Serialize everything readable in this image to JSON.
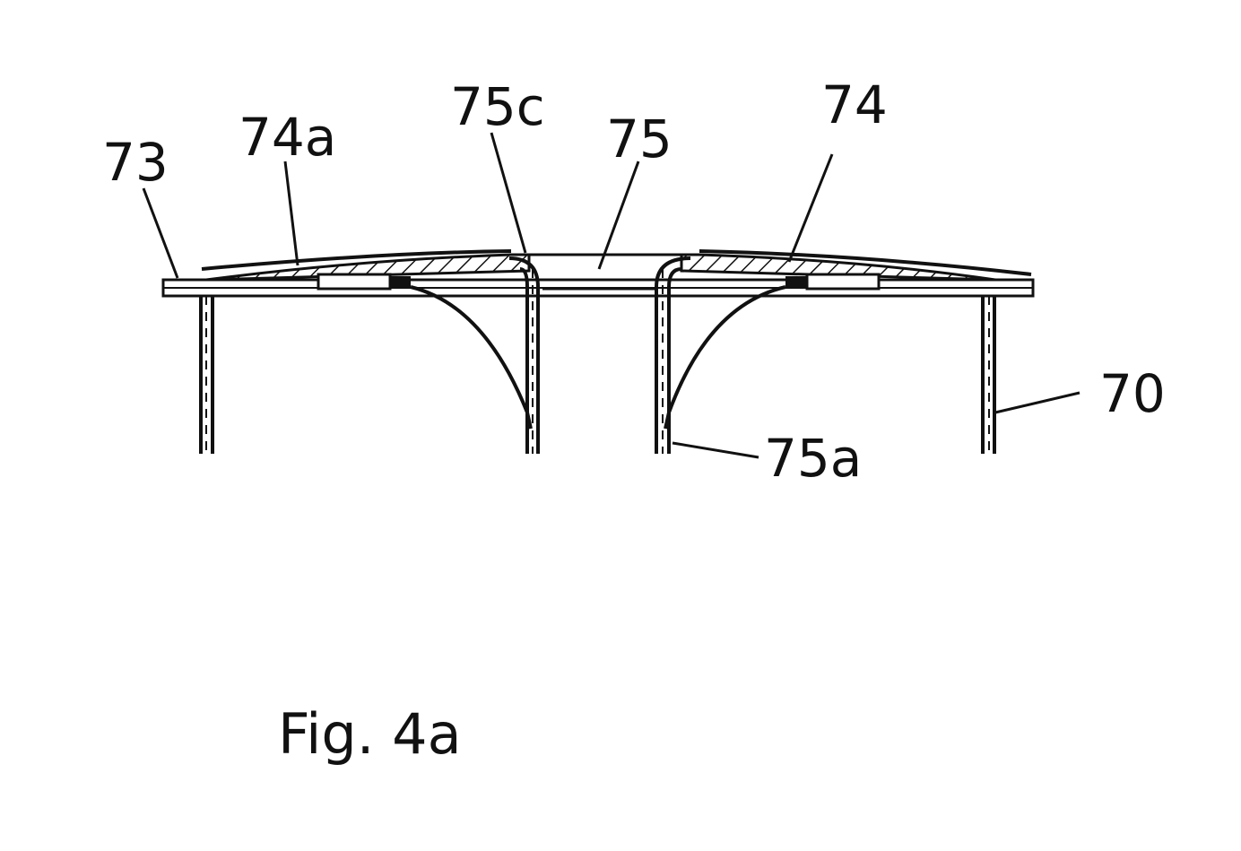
{
  "labels": {
    "l73": "73",
    "l74a": "74a",
    "l75c": "75c",
    "l75": "75",
    "l74": "74",
    "l70": "70",
    "l75a": "75a"
  },
  "caption": "Fig. 4a",
  "colors": {
    "ink": "#111111",
    "paper": "#ffffff"
  }
}
